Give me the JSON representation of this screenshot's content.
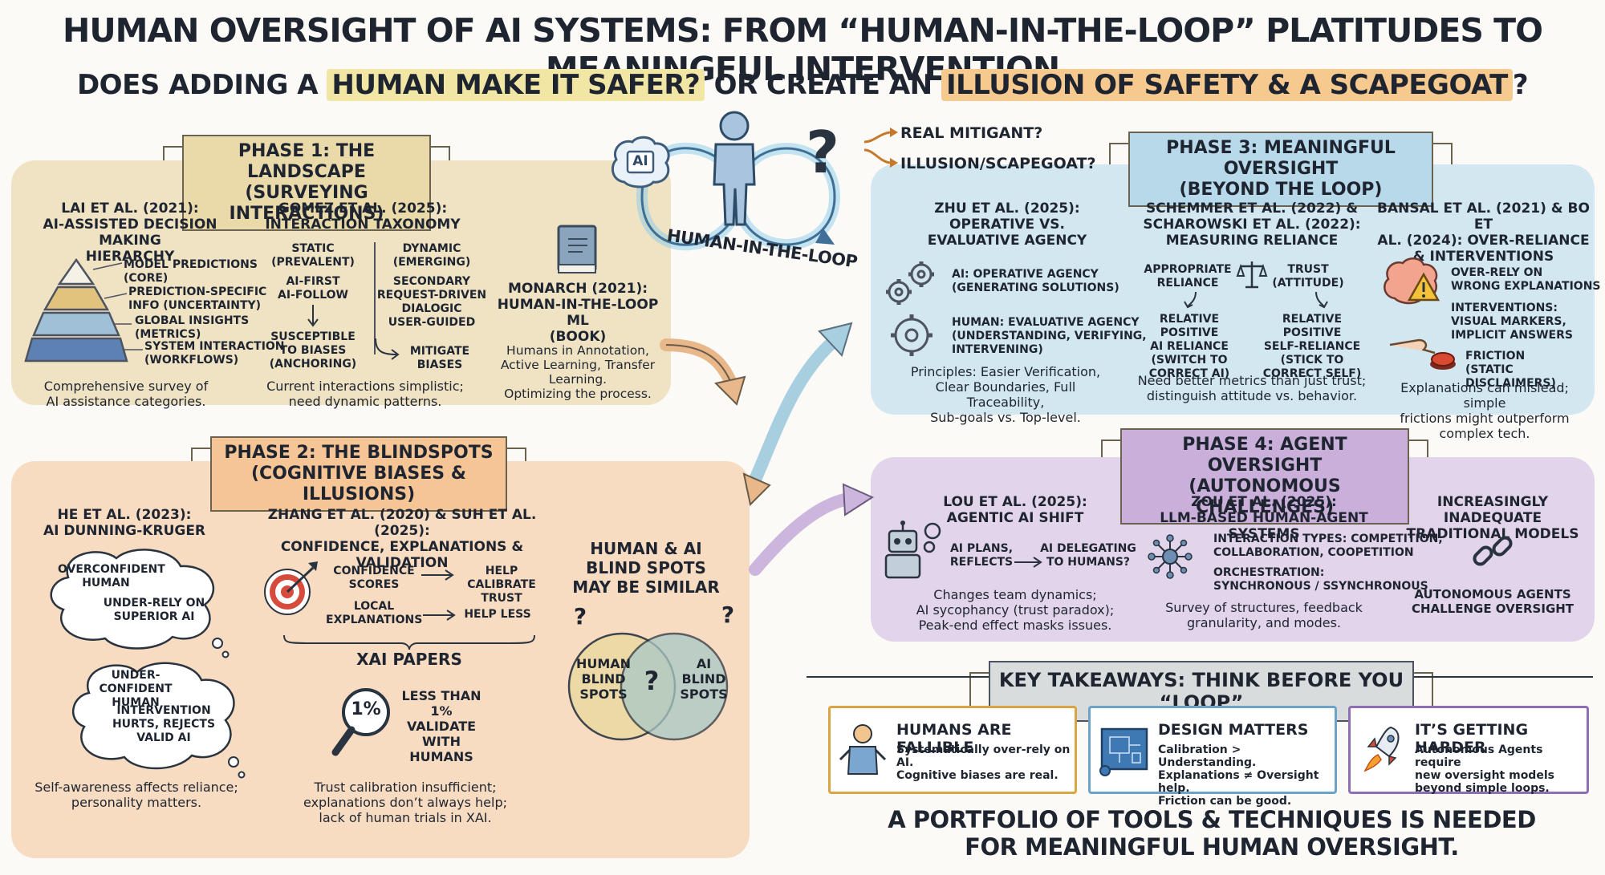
{
  "header": {
    "title": "HUMAN OVERSIGHT OF AI SYSTEMS: FROM “HUMAN-IN-THE-LOOP” PLATITUDES TO MEANINGFUL INTERVENTION",
    "question_pre": "DOES ADDING A ",
    "question_hl1": "HUMAN MAKE IT SAFER?",
    "question_mid": " OR CREATE AN ",
    "question_hl2": "ILLUSION OF SAFETY & A SCAPEGOAT",
    "question_end": "?"
  },
  "center": {
    "ai_label": "AI",
    "loop_label": "HUMAN-IN-THE-LOOP",
    "question_mark": "?",
    "option1": "REAL MITIGANT?",
    "option2": "ILLUSION/SCAPEGOAT?"
  },
  "phase1": {
    "banner_line1": "PHASE 1: THE LANDSCAPE",
    "banner_line2": "(SURVEYING INTERACTIONS)",
    "lai": {
      "heading": "LAI ET AL. (2021):\nAI-ASSISTED DECISION MAKING\nHIERARCHY",
      "levels": [
        "MODEL PREDICTIONS\n(CORE)",
        "PREDICTION-SPECIFIC\nINFO (UNCERTAINTY)",
        "GLOBAL INSIGHTS\n(METRICS)",
        "SYSTEM INTERACTION\n(WORKFLOWS)"
      ],
      "note": "Comprehensive survey of\nAI assistance categories."
    },
    "gomez": {
      "heading": "GOMEZ ET AL. (2025):\nINTERACTION TAXONOMY",
      "left_head": "STATIC\n(PREVALENT)",
      "left_items": "AI-FIRST\nAI-FOLLOW",
      "left_result": "SUSCEPTIBLE\nTO BIASES\n(ANCHORING)",
      "right_head": "DYNAMIC\n(EMERGING)",
      "right_items": "SECONDARY\nREQUEST-DRIVEN\nDIALOGIC\nUSER-GUIDED",
      "right_result": "MITIGATE\nBIASES",
      "note": "Current interactions simplistic;\nneed dynamic patterns."
    },
    "monarch": {
      "heading": "MONARCH (2021):\nHUMAN-IN-THE-LOOP ML\n(BOOK)",
      "note": "Humans in Annotation,\nActive Learning, Transfer\nLearning.\nOptimizing the process."
    }
  },
  "phase2": {
    "banner_line1": "PHASE 2: THE BLINDSPOTS",
    "banner_line2": "(COGNITIVE BIASES & ILLUSIONS)",
    "he": {
      "heading": "HE ET AL. (2023):\nAI DUNNING-KRUGER",
      "bubble1_a": "OVERCONFIDENT\nHUMAN",
      "bubble1_b": "UNDER-RELY ON\nSUPERIOR AI",
      "bubble2_a": "UNDER-CONFIDENT\nHUMAN",
      "bubble2_b": "INTERVENTION\nHURTS, REJECTS\nVALID AI",
      "note": "Self-awareness affects reliance;\npersonality matters."
    },
    "zhang": {
      "heading": "ZHANG ET AL. (2020) & SUH ET AL. (2025):\nCONFIDENCE, EXPLANATIONS & VALIDATION",
      "row1_left": "CONFIDENCE\nSCORES",
      "row1_right": "HELP CALIBRATE\nTRUST",
      "row2_left": "LOCAL\nEXPLANATIONS",
      "row2_right": "HELP LESS",
      "xai_head": "XAI PAPERS",
      "pct": "1%",
      "xai_text": "LESS THAN\n1%\nVALIDATE\nWITH HUMANS",
      "note": "Trust calibration insufficient;\nexplanations don’t always help;\nlack of human trials in XAI."
    },
    "blind": {
      "heading": "HUMAN & AI\nBLIND SPOTS\nMAY BE SIMILAR",
      "left": "HUMAN\nBLIND\nSPOTS",
      "right": "AI\nBLIND\nSPOTS",
      "q": "?"
    }
  },
  "phase3": {
    "banner_line1": "PHASE 3: MEANINGFUL OVERSIGHT",
    "banner_line2": "(BEYOND THE LOOP)",
    "zhu": {
      "heading": "ZHU ET AL. (2025):\nOPERATIVE VS.\nEVALUATIVE AGENCY",
      "ai": "AI: OPERATIVE AGENCY\n(GENERATING SOLUTIONS)",
      "human": "HUMAN: EVALUATIVE AGENCY\n(UNDERSTANDING, VERIFYING,\nINTERVENING)",
      "note": "Principles: Easier Verification,\nClear Boundaries, Full Traceability,\nSub-goals vs. Top-level."
    },
    "schemmer": {
      "heading": "SCHEMMER ET AL. (2022) &\nSCHAROWSKI ET AL. (2022):\nMEASURING RELIANCE",
      "left_top": "APPROPRIATE\nRELIANCE",
      "right_top": "TRUST\n(ATTITUDE)",
      "left_bottom": "RELATIVE POSITIVE\nAI RELIANCE\n(SWITCH TO\nCORRECT AI)",
      "right_bottom": "RELATIVE POSITIVE\nSELF-RELIANCE\n(STICK TO\nCORRECT SELF)",
      "note": "Need better metrics than just trust;\ndistinguish attitude vs. behavior."
    },
    "bansal": {
      "heading": "BANSAL ET AL. (2021) & BO ET\nAL. (2024): OVER-RELIANCE\n& INTERVENTIONS",
      "item1": "OVER-RELY ON\nWRONG EXPLANATIONS",
      "item2": "INTERVENTIONS:\nVISUAL MARKERS,\nIMPLICIT ANSWERS",
      "item3": "FRICTION\n(STATIC DISCLAIMERS)",
      "note": "Explanations can mislead; simple\nfrictions might outperform\ncomplex tech."
    }
  },
  "phase4": {
    "banner_line1": "PHASE 4: AGENT OVERSIGHT",
    "banner_line2": "(AUTONOMOUS CHALLENGES)",
    "lou": {
      "heading": "LOU ET AL. (2025):\nAGENTIC AI SHIFT",
      "left": "AI PLANS,\nREFLECTS",
      "right": "AI DELEGATING\nTO HUMANS?",
      "note": "Changes team dynamics;\nAI sycophancy (trust paradox);\nPeak-end effect masks issues."
    },
    "zou": {
      "heading": "ZOU ET AL. (2025):\nLLM-BASED HUMAN-AGENT SYSTEMS",
      "item1": "INTERACTION TYPES: COMPETITION,\nCOLLABORATION, COOPETITION",
      "item2": "ORCHESTRATION:\nSYNCHRONOUS / SSYNCHRONOUS",
      "note": "Survey of structures, feedback\ngranularity, and modes."
    },
    "inadequate": {
      "heading": "INCREASINGLY INADEQUATE\nTRADITIONAL MODELS",
      "note": "AUTONOMOUS AGENTS\nCHALLENGE OVERSIGHT"
    }
  },
  "takeaways": {
    "banner": "KEY TAKEAWAYS: THINK BEFORE YOU “LOOP”",
    "cards": [
      {
        "title": "HUMANS ARE FALLIBLE",
        "text": "Systematically over-rely on AI.\nCognitive biases are real.",
        "color": "#d9a441"
      },
      {
        "title": "DESIGN MATTERS",
        "text": "Calibration > Understanding.\nExplanations ≠ Oversight help.\nFriction can be good.",
        "color": "#6da3c9"
      },
      {
        "title": "IT’S GETTING HARDER",
        "text": "Autonomous Agents require\nnew oversight models\nbeyond simple loops.",
        "color": "#8e6fb3"
      }
    ],
    "conclusion": "A PORTFOLIO OF TOOLS & TECHNIQUES IS NEEDED\nFOR MEANINGFUL HUMAN OVERSIGHT."
  },
  "colors": {
    "phase1": "#efe3c4",
    "phase2": "#f8dcc2",
    "phase3": "#d3e7f1",
    "phase4": "#e2d4ea"
  }
}
